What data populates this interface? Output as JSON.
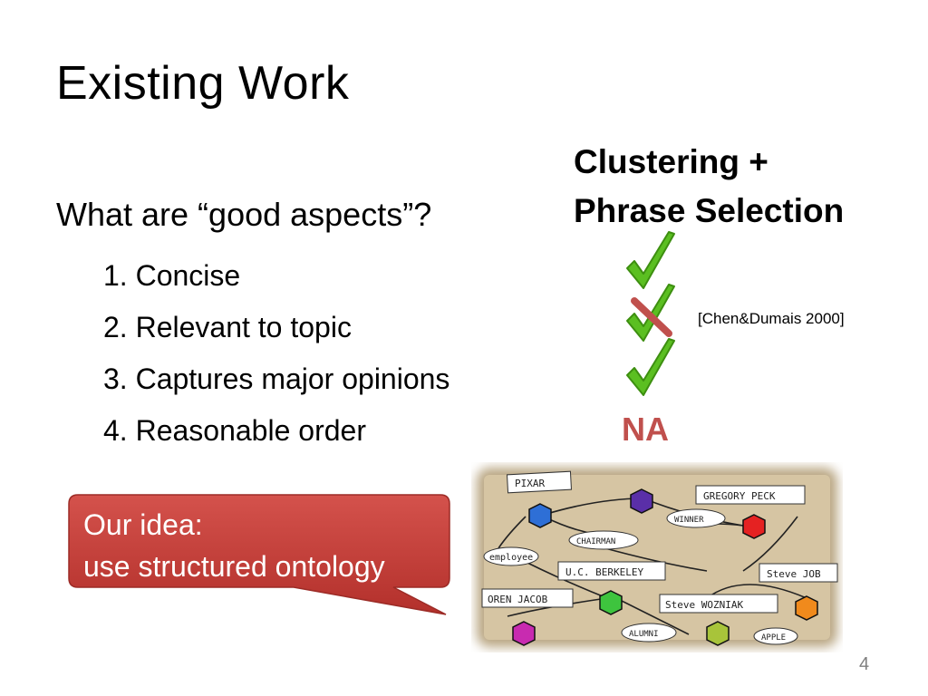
{
  "slide": {
    "title": "Existing Work",
    "column_heading": [
      "Clustering +",
      "Phrase Selection"
    ],
    "question": "What are “good aspects”?",
    "criteria": [
      "1. Concise",
      "2. Relevant to topic",
      "3. Captures major opinions",
      "4. Reasonable order"
    ],
    "status_marks": [
      {
        "icon": "check-icon",
        "color": "#5bbf21"
      },
      {
        "icon": "crossed-check-icon",
        "color": "#c0504d"
      },
      {
        "icon": "check-icon",
        "color": "#5bbf21"
      },
      {
        "icon": "na-text",
        "text": "NA"
      }
    ],
    "citation": "[Chen&Dumais 2000]",
    "na_label": "NA",
    "callout": {
      "line1": "Our idea:",
      "line2": "use structured ontology",
      "color": "#c9403b"
    },
    "graph_labels": {
      "pixar": "PIXAR",
      "gregory_peck": "GREGORY PECK",
      "winner": "WINNER",
      "employee": "employee",
      "chairman": "CHAIRMAN",
      "uc_berkeley": "U.C. BERKELEY",
      "steve_jobs": "Steve JOB",
      "oren_jacob": "OREN JACOB",
      "steve_wozniak": "Steve WOZNIAK",
      "alumni": "ALUMNI",
      "apple": "APPLE"
    },
    "page_number": "4"
  }
}
